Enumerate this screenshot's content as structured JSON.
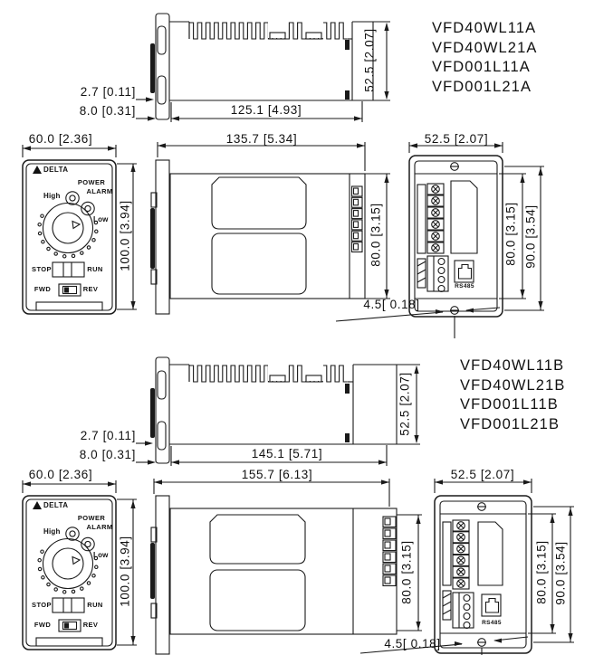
{
  "sections": [
    {
      "models": [
        "VFD40WL11A",
        "VFD40WL21A",
        "VFD001L11A",
        "VFD001L21A"
      ],
      "dims": {
        "lip": "2.7 [0.11]",
        "flange": "8.0 [0.31]",
        "heatsink_length": "125.1 [4.93]",
        "depth": "52.5 [2.07]",
        "front_width": "60.0 [2.36]",
        "overall_length": "135.7 [5.34]",
        "back_width": "52.5 [2.07]",
        "front_height": "100.0 [3.94]",
        "side_height": "80.0 [3.15]",
        "back_inner_height": "80.0 [3.15]",
        "back_height": "90.0 [3.54]",
        "screw_offset": "4.5[ 0.18]"
      },
      "panel": {
        "brand": "DELTA",
        "power": "POWER",
        "alarm": "ALARM",
        "high": "High",
        "low": "Low",
        "stop": "STOP",
        "run": "RUN",
        "fwd": "FWD",
        "rev": "REV"
      },
      "back": {
        "port": "RS485"
      }
    },
    {
      "models": [
        "VFD40WL11B",
        "VFD40WL21B",
        "VFD001L11B",
        "VFD001L21B"
      ],
      "dims": {
        "lip": "2.7 [0.11]",
        "flange": "8.0 [0.31]",
        "heatsink_length": "145.1 [5.71]",
        "depth": "52.5 [2.07]",
        "front_width": "60.0 [2.36]",
        "overall_length": "155.7 [6.13]",
        "back_width": "52.5 [2.07]",
        "front_height": "100.0 [3.94]",
        "side_height": "80.0 [3.15]",
        "back_inner_height": "80.0 [3.15]",
        "back_height": "90.0 [3.54]",
        "screw_offset": "4.5[ 0.18]"
      },
      "panel": {
        "brand": "DELTA",
        "power": "POWER",
        "alarm": "ALARM",
        "high": "High",
        "low": "Low",
        "stop": "STOP",
        "run": "RUN",
        "fwd": "FWD",
        "rev": "REV"
      },
      "back": {
        "port": "RS485"
      }
    }
  ],
  "colors": {
    "line": "#1a1a1a",
    "background": "#ffffff"
  }
}
